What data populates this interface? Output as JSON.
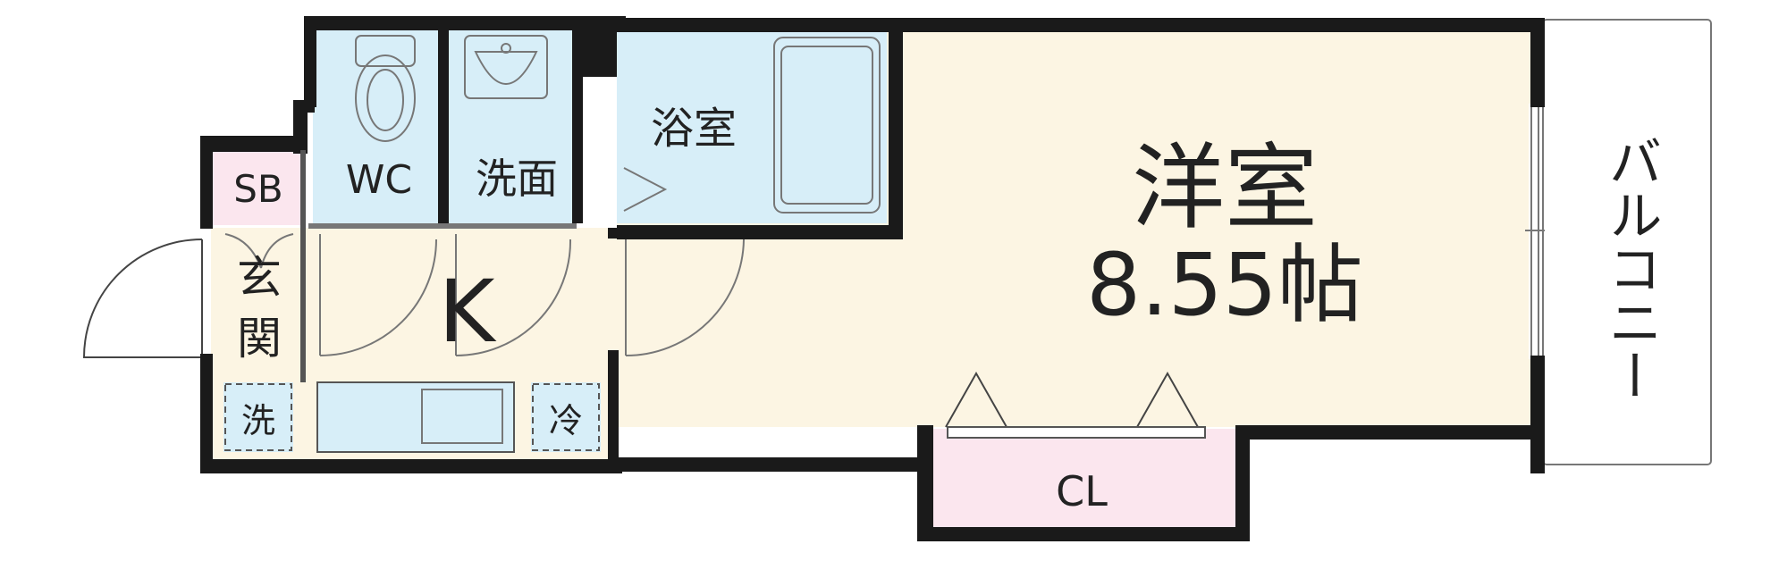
{
  "colors": {
    "living": "#fcf5e3",
    "wet": "#d7eef8",
    "storage": "#fbe6ee",
    "wall": "#1a1a1a",
    "background": "#ffffff"
  },
  "rooms": {
    "sb": "SB",
    "wc": "WC",
    "washroom": "洗面",
    "bath": "浴室",
    "western_room": "洋室",
    "western_area": "8.55帖",
    "entrance_line1": "玄",
    "entrance_line2": "関",
    "kitchen": "K",
    "washer": "洗",
    "fridge": "冷",
    "closet": "CL",
    "balcony": "バルコニー"
  },
  "icons": [
    "toilet-icon",
    "washbasin-icon",
    "bathtub-icon",
    "kitchen-sink-icon",
    "door-swing-icon",
    "window-icon"
  ]
}
